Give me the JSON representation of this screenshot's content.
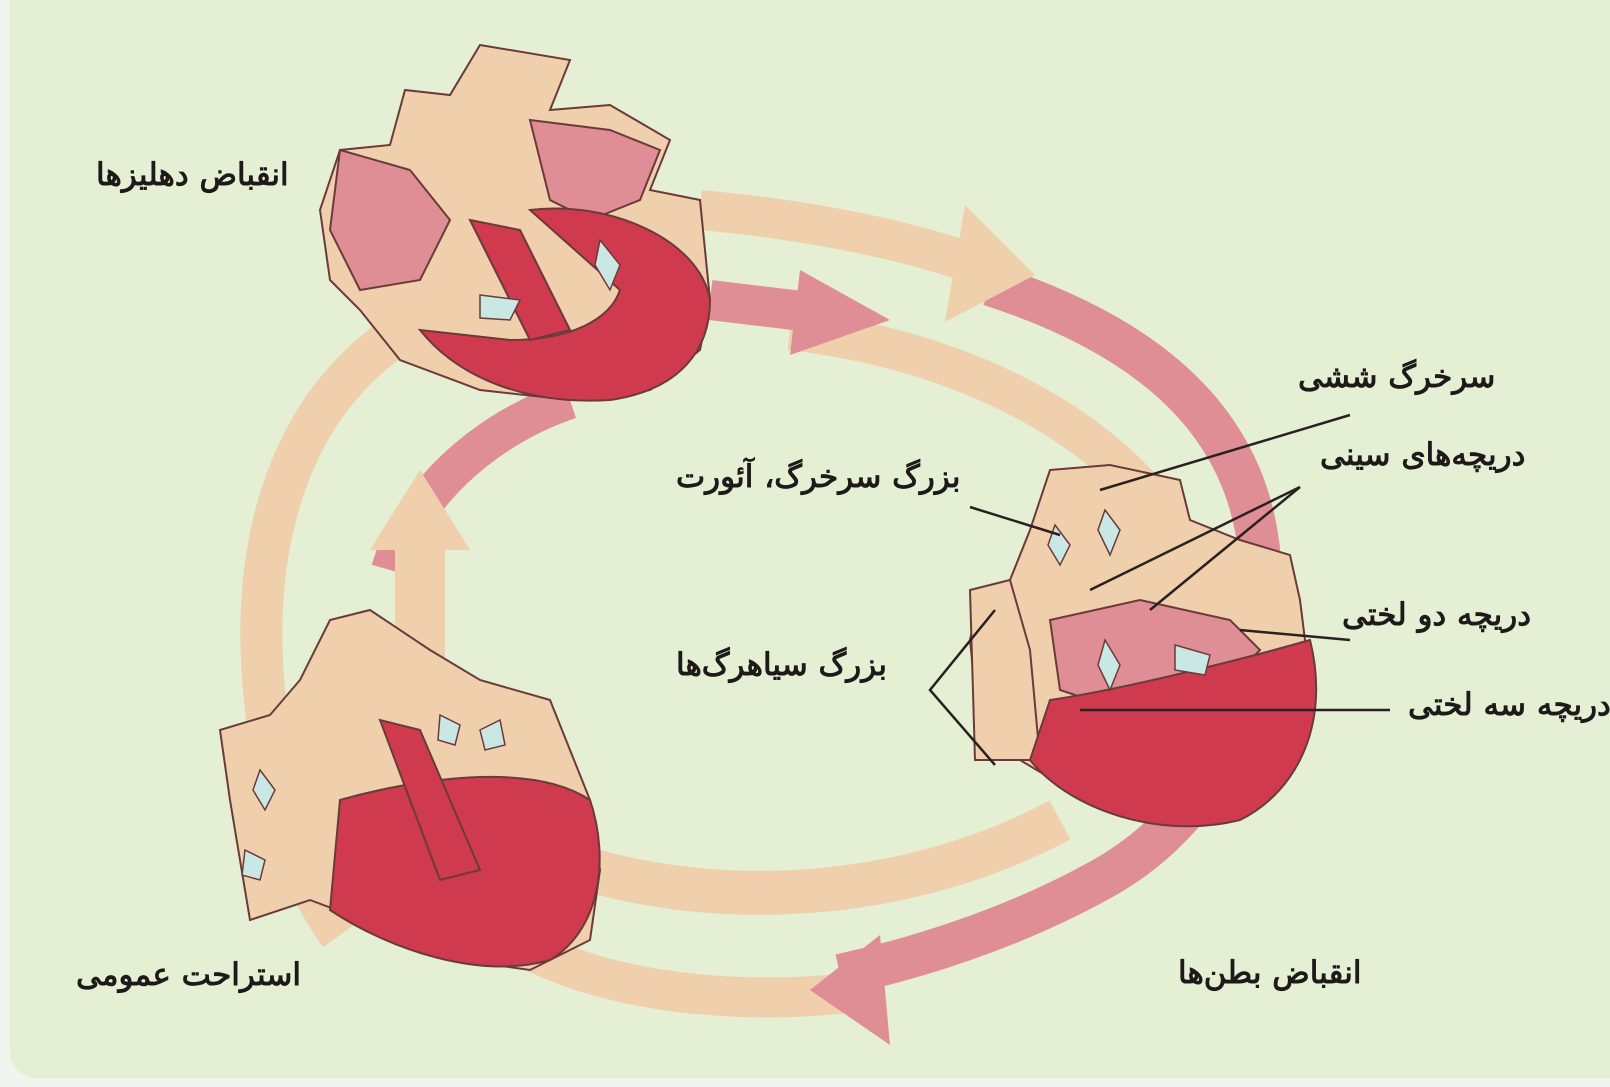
{
  "colors": {
    "background": "#e4efd4",
    "oxygenated_blood": "#cf3a4f",
    "deoxygenated_blood": "#e9c2a2",
    "flow_arrow_pink": "#e08e96",
    "flow_arrow_beige": "#efcfac",
    "valve": "#c9e8e4"
  },
  "phases": {
    "atrial_contraction": "انقباض دهلیزها",
    "ventricular_contraction": "انقباض بطن‌ها",
    "general_rest": "استراحت عمومی"
  },
  "labels": {
    "pulmonary_artery": "سرخرگ ششی",
    "semilunar_valves": "دریچه‌های سینی",
    "aorta": "بزرگ سرخرگ، آئورت",
    "mitral_valve": "دریچه دو لختی",
    "vena_cava": "بزرگ سیاهرگ‌ها",
    "tricuspid_valve": "دریچه سه لختی"
  }
}
